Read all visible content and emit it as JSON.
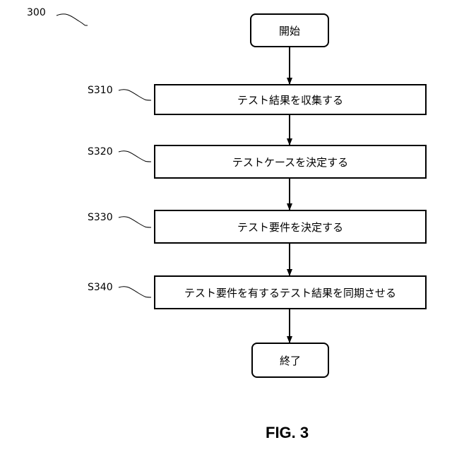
{
  "figure_ref": "300",
  "start": "開始",
  "end": "終了",
  "steps": [
    {
      "id": "S310",
      "text": "テスト結果を収集する"
    },
    {
      "id": "S320",
      "text": "テストケースを決定する"
    },
    {
      "id": "S330",
      "text": "テスト要件を決定する"
    },
    {
      "id": "S340",
      "text": "テスト要件を有するテスト結果を同期させる"
    }
  ],
  "caption": "FIG. 3"
}
